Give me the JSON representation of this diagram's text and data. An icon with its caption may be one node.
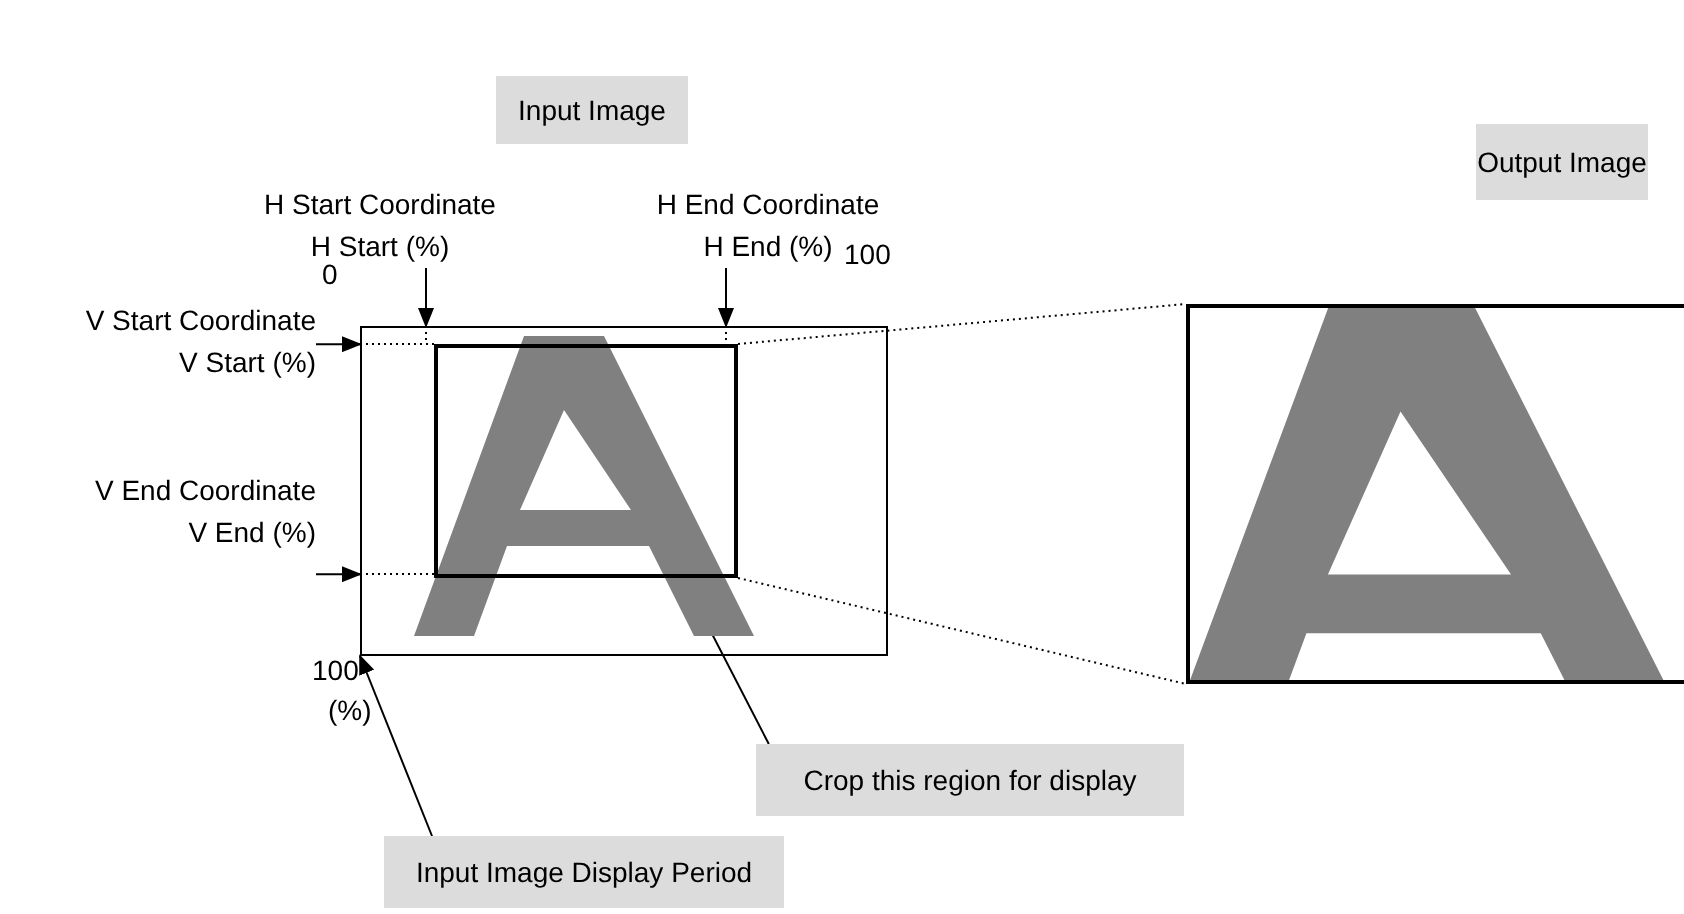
{
  "diagram": {
    "nodes": [
      {
        "text": [
          "Input Image"
        ]
      },
      {
        "text": [
          "Output Image"
        ]
      },
      {
        "text": [
          "Crop this region for display"
        ]
      },
      {
        "text": [
          "Input Image Display Period"
        ]
      },
      {
        "text": [
          "H Start Coordinate",
          "H Start (%)"
        ]
      },
      {
        "text": [
          "H End Coordinate",
          "H End (%)"
        ]
      },
      {
        "text": [
          "V Start Coordinate",
          "V Start (%)"
        ]
      },
      {
        "text": [
          "V End Coordinate",
          "V End (%)"
        ]
      },
      {
        "text": [],
        "shape": "picture"
      },
      {
        "text": [],
        "shape": "box",
        "in": 8
      },
      {
        "text": [],
        "shape": "picture"
      }
    ],
    "edges": [
      {
        "from": 4,
        "to": 8,
        "arrow": "to"
      },
      {
        "from": 5,
        "to": 8,
        "arrow": "to"
      },
      {
        "from": 6,
        "to": 8,
        "arrow": "to"
      },
      {
        "from": 7,
        "to": 8,
        "arrow": "to"
      },
      {
        "from": 2,
        "to": 9,
        "arrow": "to"
      },
      {
        "from": 3,
        "to": 8,
        "arrow": "to"
      },
      {
        "from": 9,
        "to": 10,
        "arrow": "none",
        "style": "dashed"
      },
      {
        "from": 9,
        "to": 10,
        "arrow": "none",
        "style": "dashed"
      }
    ],
    "labels": [
      "0",
      "100",
      "100",
      "(%)"
    ]
  }
}
